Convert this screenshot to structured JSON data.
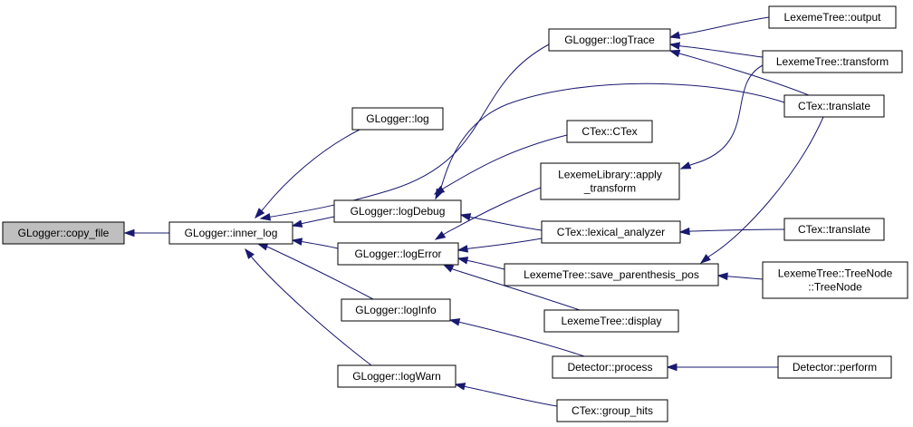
{
  "colors": {
    "edge": "#191970",
    "highlight": "#bfbfbf",
    "box": "#ffffff",
    "border": "#000000"
  },
  "nodes": {
    "copy_file": {
      "lines": [
        "GLogger::copy_file"
      ],
      "highlight": true
    },
    "inner_log": {
      "lines": [
        "GLogger::inner_log"
      ]
    },
    "log": {
      "lines": [
        "GLogger::log"
      ]
    },
    "logDebug": {
      "lines": [
        "GLogger::logDebug"
      ]
    },
    "logError": {
      "lines": [
        "GLogger::logError"
      ]
    },
    "logInfo": {
      "lines": [
        "GLogger::logInfo"
      ]
    },
    "logWarn": {
      "lines": [
        "GLogger::logWarn"
      ]
    },
    "logTrace": {
      "lines": [
        "GLogger::logTrace"
      ]
    },
    "ctex_ctex": {
      "lines": [
        "CTex::CTex"
      ]
    },
    "apply_transform": {
      "lines": [
        "LexemeLibrary::apply",
        "_transform"
      ]
    },
    "lexical_analyzer": {
      "lines": [
        "CTex::lexical_analyzer"
      ]
    },
    "save_parenthesis_pos": {
      "lines": [
        "LexemeTree::save_parenthesis_pos"
      ]
    },
    "display": {
      "lines": [
        "LexemeTree::display"
      ]
    },
    "process": {
      "lines": [
        "Detector::process"
      ]
    },
    "group_hits": {
      "lines": [
        "CTex::group_hits"
      ]
    },
    "output": {
      "lines": [
        "LexemeTree::output"
      ]
    },
    "transform": {
      "lines": [
        "LexemeTree::transform"
      ]
    },
    "translate_top": {
      "lines": [
        "CTex::translate"
      ]
    },
    "translate_mid": {
      "lines": [
        "CTex::translate"
      ]
    },
    "treenode": {
      "lines": [
        "LexemeTree::TreeNode",
        "::TreeNode"
      ]
    },
    "perform": {
      "lines": [
        "Detector::perform"
      ]
    }
  }
}
